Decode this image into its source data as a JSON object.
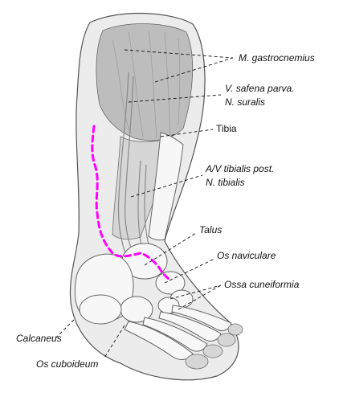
{
  "labels": {
    "gastrocnemius": "M. gastrocnemius",
    "safena": "V. safena parva.",
    "suralis": "N. suralis",
    "tibia": "Tibia",
    "tibialis_post": "A/V tibialis post.",
    "n_tibialis": "N. tibialis",
    "talus": "Talus",
    "naviculare": "Os naviculare",
    "cuneiformia": "Ossa cuneiformia",
    "calcaneus": "Calcaneus",
    "cuboideum": "Os cuboideum"
  },
  "colors": {
    "incision_line": "#ff00ff",
    "leader_lines": "#111111",
    "skin": "#ececec",
    "muscle": "#bdbdbd",
    "bone": "#f7f7f7"
  },
  "line_styles": {
    "leaders": "dashed",
    "incision": "dashed"
  }
}
